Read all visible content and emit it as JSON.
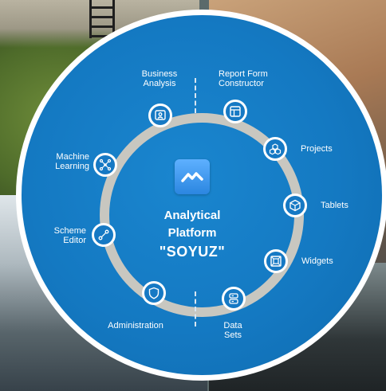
{
  "center": {
    "line1": "Analytical",
    "line2": "Platform",
    "line3": "\"SOYUZ\""
  },
  "modules": {
    "business_analysis": "Business\nAnalysis",
    "report_form_constructor": "Report Form\nConstructor",
    "projects": "Projects",
    "tablets": "Tablets",
    "widgets": "Widgets",
    "data_sets": "Data\nSets",
    "administration": "Administration",
    "scheme_editor": "Scheme\nEditor",
    "machine_learning": "Machine\nLearning"
  },
  "colors": {
    "disk_blue": "#1479c2",
    "ring_gray": "#c8c7c0",
    "logo_blue": "#2b86e0",
    "text": "#ffffff"
  },
  "icons": {
    "business_analysis": "monitor-person-icon",
    "report_form_constructor": "table-grid-icon",
    "projects": "cubes-icon",
    "tablets": "cube-icon",
    "widgets": "widget-frame-icon",
    "data_sets": "database-icon",
    "administration": "shield-icon",
    "scheme_editor": "connector-line-icon",
    "machine_learning": "network-nodes-icon",
    "center": "chart-mountain-icon"
  }
}
